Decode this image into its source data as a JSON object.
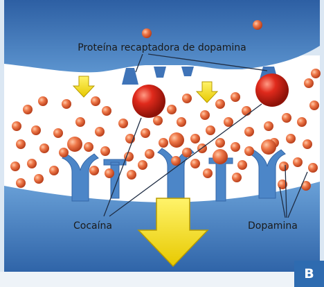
{
  "labels": {
    "protein": "Proteína recaptadora de dopamina",
    "cocaine": "Cocaína",
    "dopamine": "Dopamina",
    "panel": "B"
  },
  "colors": {
    "membrane_top": "#3a6fb3",
    "membrane_bottom": "#4a83c4",
    "cleft": "#ffffff",
    "dopamine": "#e8663a",
    "cocaine": "#d8281b",
    "arrow": "#f2e11a",
    "panel_label_bg": "#2e6bb0"
  },
  "icons": [
    "down-arrow-icon"
  ]
}
